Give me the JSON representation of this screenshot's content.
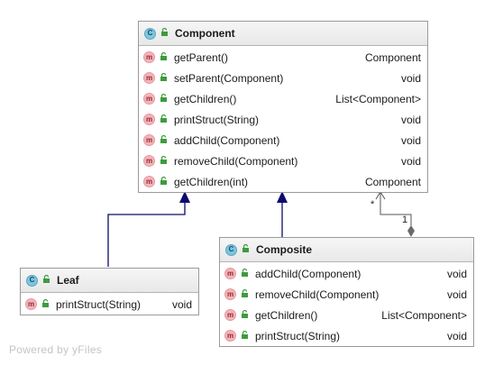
{
  "component": {
    "name": "Component",
    "kind_icon": "class-icon",
    "members": [
      {
        "name": "getParent()",
        "type": "Component"
      },
      {
        "name": "setParent(Component)",
        "type": "void"
      },
      {
        "name": "getChildren()",
        "type": "List<Component>"
      },
      {
        "name": "printStruct(String)",
        "type": "void"
      },
      {
        "name": "addChild(Component)",
        "type": "void"
      },
      {
        "name": "removeChild(Component)",
        "type": "void"
      },
      {
        "name": "getChildren(int)",
        "type": "Component"
      }
    ]
  },
  "leaf": {
    "name": "Leaf",
    "kind_icon": "class-icon",
    "members": [
      {
        "name": "printStruct(String)",
        "type": "void"
      }
    ]
  },
  "composite": {
    "name": "Composite",
    "kind_icon": "class-icon",
    "members": [
      {
        "name": "addChild(Component)",
        "type": "void"
      },
      {
        "name": "removeChild(Component)",
        "type": "void"
      },
      {
        "name": "getChildren()",
        "type": "List<Component>"
      },
      {
        "name": "printStruct(String)",
        "type": "void"
      }
    ]
  },
  "relations": {
    "aggregation_target_multiplicity": "*",
    "aggregation_source_multiplicity": "1"
  },
  "badges": {
    "class": "C",
    "method": "m"
  },
  "colors": {
    "inheritance_line": "#0b0b6e",
    "aggregation_line": "#555555"
  },
  "watermark": "Powered by yFiles"
}
